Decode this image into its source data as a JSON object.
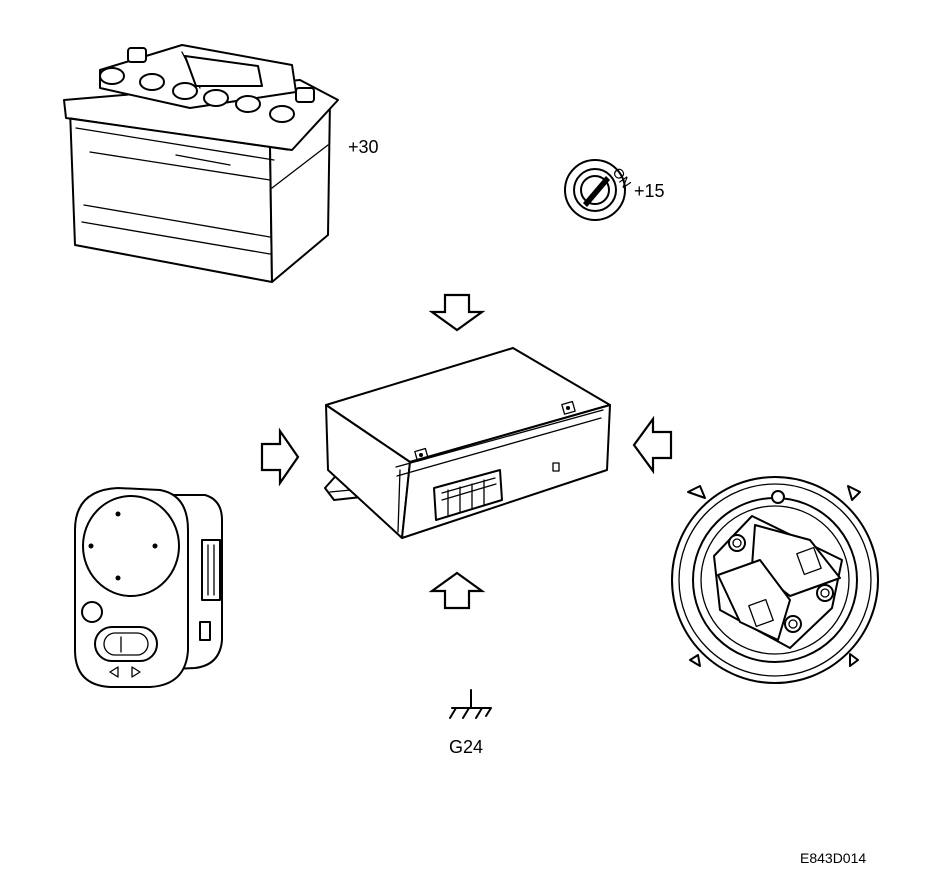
{
  "labels": {
    "battery_terminal": "+30",
    "ignition_terminal": "+15",
    "ground_point": "G24",
    "figure_code": "E843D014",
    "ignition_on_mark": "ON"
  },
  "colors": {
    "line": "#000000",
    "background": "#ffffff"
  },
  "components": [
    {
      "id": "battery",
      "icon": "battery-icon"
    },
    {
      "id": "ignition-switch",
      "icon": "ignition-key-icon"
    },
    {
      "id": "control-module",
      "icon": "control-module-icon"
    },
    {
      "id": "mirror-switch",
      "icon": "mirror-switch-icon"
    },
    {
      "id": "mirror-motor",
      "icon": "mirror-motor-icon"
    },
    {
      "id": "ground",
      "icon": "ground-icon"
    }
  ]
}
